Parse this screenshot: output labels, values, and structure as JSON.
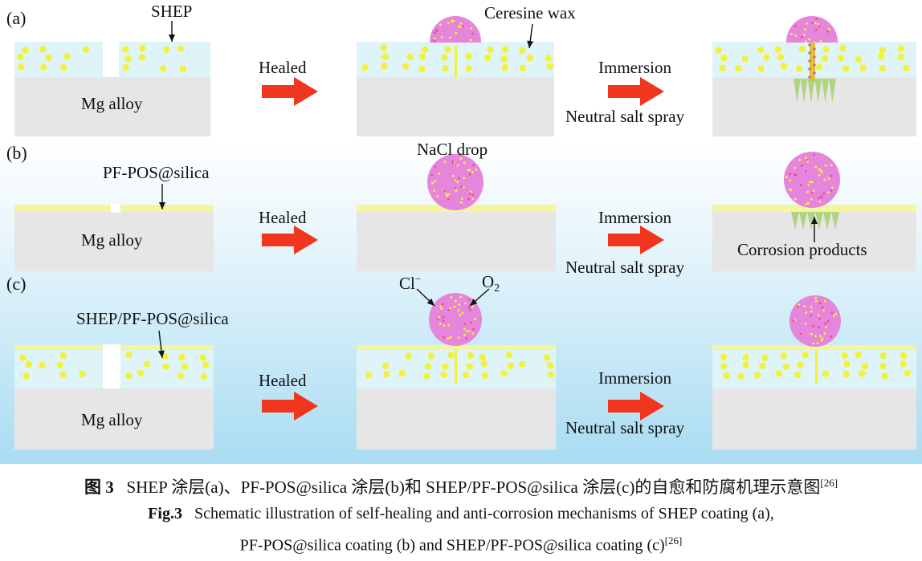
{
  "rows": [
    {
      "id": "a",
      "label": "(a)",
      "coating_label": "SHEP",
      "substrate_label": "Mg alloy",
      "arrow1_label": "Healed",
      "droplet_label": "Ceresine wax",
      "arrow2_label_top": "Immersion",
      "arrow2_label_bottom": "Neutral salt spray"
    },
    {
      "id": "b",
      "label": "(b)",
      "coating_label": "PF-POS@silica",
      "substrate_label": "Mg alloy",
      "arrow1_label": "Healed",
      "droplet_label": "NaCl drop",
      "arrow2_label_top": "Immersion",
      "arrow2_label_bottom": "Neutral salt spray",
      "product_label": "Corrosion products"
    },
    {
      "id": "c",
      "label": "(c)",
      "coating_label": "SHEP/PF-POS@silica",
      "substrate_label": "Mg alloy",
      "arrow1_label": "Healed",
      "ion1_label": "Cl",
      "ion1_sup": "−",
      "ion2_label": "O",
      "ion2_sub": "2",
      "arrow2_label_top": "Immersion",
      "arrow2_label_bottom": "Neutral salt spray"
    }
  ],
  "caption": {
    "cn_num": "图 3",
    "cn_text": "SHEP 涂层(a)、PF-POS@silica 涂层(b)和 SHEP/PF-POS@silica 涂层(c)的自愈和防腐机理示意图",
    "cn_ref": "[26]",
    "en_num": "Fig.3",
    "en_line1": "Schematic illustration of self-healing and anti-corrosion mechanisms of SHEP coating (a),",
    "en_line2": "PF-POS@silica coating (b) and SHEP/PF-POS@silica coating (c)",
    "en_ref": "[26]"
  },
  "colors": {
    "substrate": "#e6e6e6",
    "coating": "#dff4f8",
    "particle": "#f2f23c",
    "silica_layer": "#f5f5a0",
    "droplet": "#e585dc",
    "droplet_dot": "#f4f43a",
    "arrow": "#f0361e",
    "corrosion": "#a6d070",
    "background_top": "#ffffff",
    "background_bottom": "#a9dcf2"
  }
}
